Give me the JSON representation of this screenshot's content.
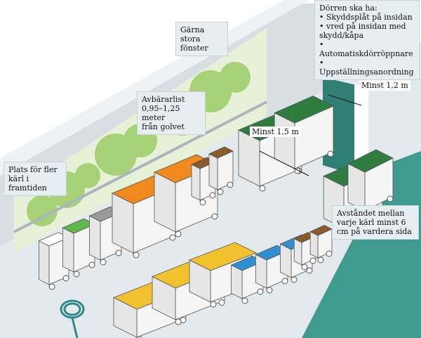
{
  "callouts": {
    "windows": "Gärna stora fönster",
    "bumper_title": "Avbärarlist",
    "bumper_height": "0,95–1,25 meter",
    "bumper_from": "från golvet",
    "future_bins": "Plats för fler kärl i framtiden",
    "door_title": "Dörren ska ha:",
    "door_items": [
      "Skyddsplåt på insidan",
      "vred på insidan med skydd/kåpa",
      "Automatiskdörröppnare",
      "Uppställningsanordning"
    ],
    "spacing": "Avståndet mellan varje kärl minst 6 cm på vardera sida"
  },
  "dimensions": {
    "door_width": "Minst 1,2 m",
    "aisle_width": "Minst 1,5 m"
  },
  "colors": {
    "wall": "#d7dfe3",
    "wall_top": "#eef2f4",
    "floor": "#e3e9ec",
    "teal_wall": "#3f9b8f",
    "bin_body": "#f5f5f5",
    "lid_orange": "#f08a1c",
    "lid_yellow": "#f2c12e",
    "lid_green": "#2e7d3e",
    "lid_lightgreen": "#5cb948",
    "lid_blue": "#2f8fd0",
    "lid_brown": "#8b5a2b",
    "lid_gray": "#9a9a9a",
    "hose": "#2e8a8a",
    "tree": "#9ccc65"
  },
  "icons": [
    "window-icon",
    "hose-icon",
    "door-icon",
    "bin-icon"
  ]
}
